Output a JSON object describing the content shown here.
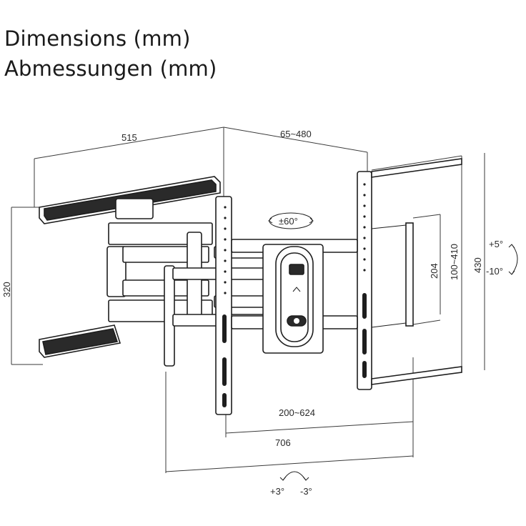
{
  "title": {
    "line1": "Dimensions (mm)",
    "line2": "Abmessungen (mm)"
  },
  "dimensions": {
    "arm_length": "515",
    "extension": "65~480",
    "swivel": "±60°",
    "height_left": "320",
    "vesa_vertical_spacing": "204",
    "vesa_vertical_range": "100~410",
    "rail_height": "430",
    "vesa_horizontal_range": "200~624",
    "overall_width": "706",
    "tilt_up": "+5°",
    "tilt_down": "-10°",
    "level_plus": "+3°",
    "level_minus": "-3°"
  }
}
